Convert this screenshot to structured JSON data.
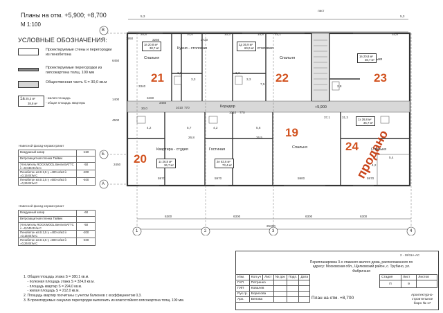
{
  "sheet": {
    "title": "Планы на отм. +5,900; +8,700",
    "scale": "М 1:100",
    "sheet_label": "лист",
    "code": "2 - 19/11А-АС"
  },
  "legend": {
    "heading": "УСЛОВНЫЕ ОБОЗНАЧЕНИЯ:",
    "items": [
      {
        "text": "Проектируемые стены и перегородки из пенобетона"
      },
      {
        "text": "Проектируемые перегородки из гипсокартона толщ. 100 мм"
      },
      {
        "text": "Общественная часть S = 30,0 кв.м"
      }
    ],
    "area_example": {
      "tag": "1а",
      "living": "25,3 м²",
      "total": "38,8 м²",
      "text1": "- жилая площадь",
      "text2": "- общая площадь квартиры"
    }
  },
  "facade1": {
    "title": "Навесной фасад-керамогранит",
    "rows": [
      [
        "Воздушный зазор",
        "-150"
      ],
      [
        "Ветрозащитная пленка Тайвек",
        ""
      ],
      [
        "Утеплитель ROCKWOOL Венти БАТТС λ =0,045 Вт/м С",
        "-50"
      ],
      [
        "Пенобетон кл.В 2,5 γ =400 кг/м3 λ =0,15 Вт/м С",
        "-200"
      ],
      [
        "Пенобетон кл.В 2,5 γ =600 кг/м3 λ =0,26 Вт/м С",
        "-400"
      ]
    ]
  },
  "facade2": {
    "title": "Навесной фасад-керамогранит",
    "rows": [
      [
        "Воздушный зазор",
        "-60"
      ],
      [
        "Ветрозащитная пленка Тайвек",
        ""
      ],
      [
        "Утеплитель ROCKWOOL Венти БАТТС λ =0,045 Вт/м С",
        "-50"
      ],
      [
        "Пенобетон кл.В 2,5 γ =400 кг/м3 λ =0,15 Вт/м С",
        "-200"
      ],
      [
        "Пенобетон кл.В 2,5 γ =600 кг/м3 λ =0,26 Вт/м С",
        "-400"
      ]
    ]
  },
  "notes": [
    "1. Общая площадь этажа S = 380,1 кв.м.",
    "    - полезная площадь этажа S = 324,0 кв.м.",
    "    - площадь квартир S = 294,0 кв.м.",
    "    - жилая площадь S = 212,0 кв.м.",
    "2. Площадь квартир посчитаны с учетом балконов с коэффициентом 0,3.",
    "3. В проектируемых санузлах перегородки выполнить из влагостойкого гипсокартона толщ. 100 мм."
  ],
  "plan": {
    "axes_letters": [
      "В",
      "Б",
      "А"
    ],
    "axes_numbers": [
      "1",
      "2",
      "3",
      "4"
    ],
    "corridor": "Коридор",
    "level_mark": "+5,900",
    "apartments": [
      {
        "num": "21",
        "color": "#d2521f"
      },
      {
        "num": "22",
        "color": "#d2521f"
      },
      {
        "num": "23",
        "color": "#d2521f"
      },
      {
        "num": "20",
        "color": "#d2521f"
      },
      {
        "num": "19",
        "color": "#d2521f"
      },
      {
        "num": "24",
        "color": "#d2521f"
      }
    ],
    "rooms": {
      "bed1": "Спальня",
      "kitchen1": "Кухня - столовая",
      "kitchen2": "Кухня - столовая",
      "bed2": "Спальня",
      "bed3": "Спальня",
      "studio": "Квартира - студия",
      "living": "Гостиная",
      "bed4": "Спальня",
      "bed5": "Спальня"
    },
    "area_tags": [
      {
        "tag": "1в",
        "a": "20,8 м²",
        "b": "38,7 м²"
      },
      {
        "tag": "2д",
        "a": "36,9 м²",
        "b": "60,0 м²"
      },
      {
        "tag": "1в",
        "a": "20,8 м²",
        "b": "38,7 м²"
      },
      {
        "tag": "1з",
        "a": "26,8 м²",
        "b": "36,7 м²"
      },
      {
        "tag": "2е",
        "a": "63,6 м²",
        "b": "73,4 м²"
      },
      {
        "tag": "1з",
        "a": "26,8 м²",
        "b": "36,7 м²"
      }
    ],
    "room_areas": [
      "20,8",
      "10,0",
      "10,3",
      "14,8",
      "22,1",
      "32,8",
      "3,0",
      "3,3",
      "3,7",
      "3,3",
      "7,5",
      "2,8",
      "30,0",
      "4,2",
      "5,7",
      "26,8",
      "4,2",
      "5,6",
      "26,5",
      "37,1",
      "31,3",
      "4,2",
      "5,4"
    ],
    "dims": [
      "5,3",
      "5,3",
      "6300",
      "6300",
      "6300",
      "25200",
      "5970",
      "5970",
      "5900",
      "5970",
      "3460",
      "3460",
      "1010",
      "770",
      "1010",
      "770",
      "6300",
      "2450",
      "4500",
      "1400",
      "6450",
      "1950",
      "2720",
      "3250",
      "3340"
    ],
    "sold_text": "продано"
  },
  "stamp": {
    "description": "Перепланировка 3-х этажного жилого дома, расположенного по адресу: Московская обл., Щелковский район, с. Трубино, ул. Фабричная",
    "sheet_name": "План на отм. +8,700",
    "org": "Архитектурно-строительное бюро № 17",
    "head": [
      "Изм.",
      "Кол.уч",
      "Лист",
      "№ док",
      "Подп.",
      "Дата"
    ],
    "people": [
      [
        "ГАП",
        "Петренко"
      ],
      [
        "ГИП",
        "Ковалев"
      ],
      [
        "Рук.гр.",
        "Борисова"
      ],
      [
        "Арх.",
        "Белова"
      ]
    ],
    "stage_head": [
      "Стадия",
      "Лист",
      "Листов"
    ],
    "stage": [
      "П",
      "9",
      ""
    ]
  }
}
